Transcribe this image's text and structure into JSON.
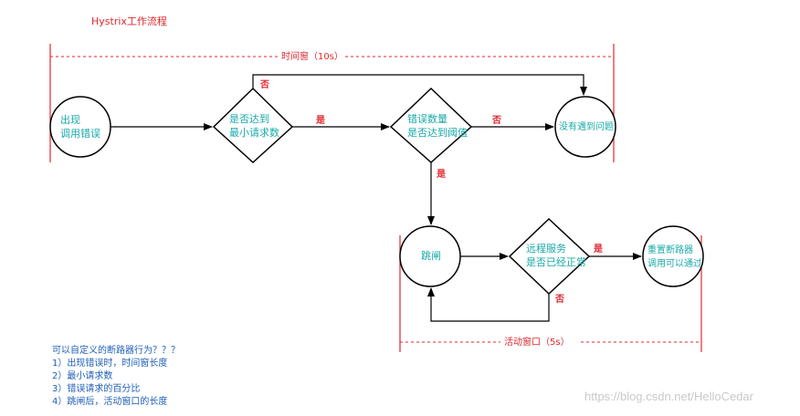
{
  "title": "Hystrix工作流程",
  "windows": {
    "time_window": "时间窗（10s）",
    "active_window": "活动窗口（5s）"
  },
  "nodes": {
    "start": "出现\n调用错误",
    "check_min_requests": "是否达到\n最小请求数",
    "check_error_count": "错误数量\n是否达到阈值",
    "no_problem": "没有遇到问题",
    "trip": "跳闸",
    "check_remote": "远程服务\n是否已经正常",
    "reset": "重置断路器\n调用可以通过"
  },
  "edge_labels": {
    "min_requests_no": "否",
    "min_requests_yes": "是",
    "error_count_no": "否",
    "error_count_yes": "是",
    "remote_yes": "是",
    "remote_no": "否"
  },
  "notes": {
    "question": "可以自定义的断路器行为？？？",
    "items": [
      "1）出现错误时，时间窗长度",
      "2）最小请求数",
      "3）错误请求的百分比",
      "4）跳闸后，活动窗口的长度"
    ]
  },
  "watermark": "https://blog.csdn.net/HelloCedar",
  "colors": {
    "node_text": "#1aa9a9",
    "label": "#e0272f",
    "window_line": "#e0272f",
    "notes": "#1f5fb8",
    "stroke": "#000000"
  }
}
